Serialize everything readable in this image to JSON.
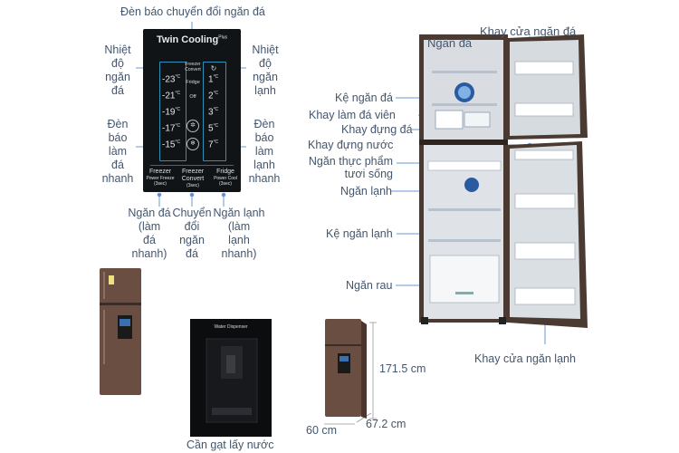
{
  "top_labels": {
    "freezer_convert_light": "Đèn báo chuyển đổi ngăn đá",
    "freezer_temp": "Nhiệt\nđộ\nngăn\nđá",
    "fridge_temp": "Nhiệt\nđộ\nngăn\nlạnh",
    "quick_freeze_light": "Đèn\nbáo\nlàm\nđá\nnhanh",
    "quick_cool_light": "Đèn\nbáo\nlàm\nlạnh\nnhanh",
    "btn_freezer": "Ngăn đá\n(làm\nđá\nnhanh)",
    "btn_convert": "Chuyển\nđổi\nngăn\nđá",
    "btn_fridge": "Ngăn lạnh\n(làm\nlạnh\nnhanh)"
  },
  "panel": {
    "title": "Twin Cooling",
    "title_sup": "Plus",
    "freezer_temps": [
      "-23",
      "-21",
      "-19",
      "-17",
      "-15"
    ],
    "fridge_temps": [
      "1",
      "2",
      "3",
      "5",
      "7"
    ],
    "unit": "°C",
    "mid_header": "Freezer\nConvert",
    "mid_fridge": "Fridge",
    "mid_off": "Off",
    "buttons": [
      {
        "name": "Freezer",
        "sub": "Power Freeze\n(3sec)"
      },
      {
        "name": "Freezer\nConvert",
        "sub": "(3sec)"
      },
      {
        "name": "Fridge",
        "sub": "Power Cool\n(3sec)"
      }
    ]
  },
  "fridge_labels": {
    "freezer": "Ngăn đá",
    "freezer_door": "Khay cửa ngăn đá",
    "freezer_shelf": "Kệ ngăn đá",
    "ice_tray": "Khay làm đá viên",
    "ice_box": "Khay đựng đá",
    "water_tray": "Khay đựng nước",
    "fresh_zone": "Ngăn thực phẩm\ntươi sống",
    "fridge": "Ngăn lạnh",
    "fridge_shelf": "Kệ ngăn lạnh",
    "vegetable": "Ngăn rau",
    "fridge_door": "Khay cửa ngăn lạnh"
  },
  "dispenser": {
    "label": "Cần gạt lấy nước",
    "panel_text": "Water Dispenser"
  },
  "dimensions": {
    "height": "171.5 cm",
    "width": "60 cm",
    "depth": "67.2 cm"
  },
  "colors": {
    "label_text": "#44566c",
    "leader_line": "#5e8fd0",
    "bronze": "#5a4338",
    "panel_bg": "#111417",
    "panel_accent": "#2e8fb8"
  }
}
